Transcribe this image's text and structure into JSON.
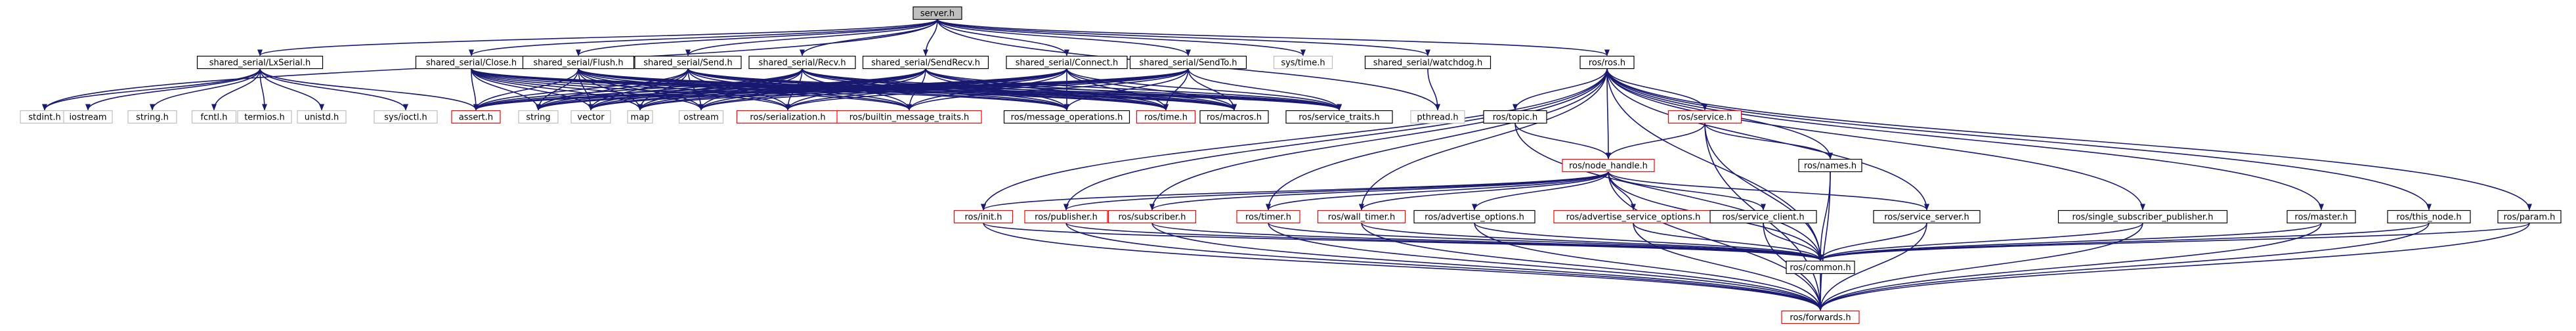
{
  "colors": {
    "edge": "#191970",
    "root_fill": "#bfbfbf",
    "root_border": "#000000",
    "documented_border": "#000000",
    "missing_doc_border": "#ff0000",
    "external_border": "#bfbfbf",
    "node_fill": "#ffffff"
  },
  "nodes": [
    {
      "id": "n0",
      "label": "server.h",
      "kind": "root"
    },
    {
      "id": "n1",
      "label": "shared_serial/LxSerial.h",
      "kind": "documented"
    },
    {
      "id": "n2",
      "label": "shared_serial/Close.h",
      "kind": "documented"
    },
    {
      "id": "n3",
      "label": "shared_serial/Flush.h",
      "kind": "documented"
    },
    {
      "id": "n4",
      "label": "shared_serial/Send.h",
      "kind": "documented"
    },
    {
      "id": "n5",
      "label": "shared_serial/Recv.h",
      "kind": "documented"
    },
    {
      "id": "n6",
      "label": "shared_serial/SendRecv.h",
      "kind": "documented"
    },
    {
      "id": "n7",
      "label": "shared_serial/Connect.h",
      "kind": "documented"
    },
    {
      "id": "n8",
      "label": "shared_serial/SendTo.h",
      "kind": "documented"
    },
    {
      "id": "n9",
      "label": "sys/time.h",
      "kind": "external"
    },
    {
      "id": "n10",
      "label": "shared_serial/watchdog.h",
      "kind": "documented"
    },
    {
      "id": "n11",
      "label": "ros/ros.h",
      "kind": "documented"
    },
    {
      "id": "n12",
      "label": "stdint.h",
      "kind": "external"
    },
    {
      "id": "n13",
      "label": "iostream",
      "kind": "external"
    },
    {
      "id": "n14",
      "label": "string.h",
      "kind": "external"
    },
    {
      "id": "n15",
      "label": "fcntl.h",
      "kind": "external"
    },
    {
      "id": "n16",
      "label": "termios.h",
      "kind": "external"
    },
    {
      "id": "n17",
      "label": "unistd.h",
      "kind": "external"
    },
    {
      "id": "n18",
      "label": "sys/ioctl.h",
      "kind": "external"
    },
    {
      "id": "n19",
      "label": "assert.h",
      "kind": "missing"
    },
    {
      "id": "n20",
      "label": "string",
      "kind": "external"
    },
    {
      "id": "n21",
      "label": "vector",
      "kind": "external"
    },
    {
      "id": "n22",
      "label": "map",
      "kind": "external"
    },
    {
      "id": "n23",
      "label": "ostream",
      "kind": "external"
    },
    {
      "id": "n24",
      "label": "ros/serialization.h",
      "kind": "missing"
    },
    {
      "id": "n25",
      "label": "ros/builtin_message_traits.h",
      "kind": "missing"
    },
    {
      "id": "n26",
      "label": "ros/message_operations.h",
      "kind": "documented"
    },
    {
      "id": "n27",
      "label": "ros/time.h",
      "kind": "missing"
    },
    {
      "id": "n28",
      "label": "ros/macros.h",
      "kind": "documented"
    },
    {
      "id": "n29",
      "label": "ros/service_traits.h",
      "kind": "documented"
    },
    {
      "id": "n30",
      "label": "pthread.h",
      "kind": "external"
    },
    {
      "id": "n31",
      "label": "ros/topic.h",
      "kind": "documented"
    },
    {
      "id": "n32",
      "label": "ros/service.h",
      "kind": "missing"
    },
    {
      "id": "n33",
      "label": "ros/node_handle.h",
      "kind": "missing"
    },
    {
      "id": "n34",
      "label": "ros/names.h",
      "kind": "documented"
    },
    {
      "id": "n35",
      "label": "ros/init.h",
      "kind": "missing"
    },
    {
      "id": "n36",
      "label": "ros/publisher.h",
      "kind": "missing"
    },
    {
      "id": "n37",
      "label": "ros/subscriber.h",
      "kind": "missing"
    },
    {
      "id": "n38",
      "label": "ros/timer.h",
      "kind": "missing"
    },
    {
      "id": "n39",
      "label": "ros/wall_timer.h",
      "kind": "missing"
    },
    {
      "id": "n40",
      "label": "ros/advertise_options.h",
      "kind": "documented"
    },
    {
      "id": "n41",
      "label": "ros/advertise_service_options.h",
      "kind": "missing"
    },
    {
      "id": "n42",
      "label": "ros/service_client.h",
      "kind": "documented"
    },
    {
      "id": "n43",
      "label": "ros/service_server.h",
      "kind": "documented"
    },
    {
      "id": "n44",
      "label": "ros/single_subscriber_publisher.h",
      "kind": "documented"
    },
    {
      "id": "n45",
      "label": "ros/master.h",
      "kind": "documented"
    },
    {
      "id": "n46",
      "label": "ros/this_node.h",
      "kind": "documented"
    },
    {
      "id": "n47",
      "label": "ros/param.h",
      "kind": "documented"
    },
    {
      "id": "n48",
      "label": "ros/common.h",
      "kind": "documented"
    },
    {
      "id": "n49",
      "label": "ros/forwards.h",
      "kind": "missing"
    }
  ],
  "edges": [
    [
      "n0",
      "n1"
    ],
    [
      "n0",
      "n2"
    ],
    [
      "n0",
      "n3"
    ],
    [
      "n0",
      "n4"
    ],
    [
      "n0",
      "n5"
    ],
    [
      "n0",
      "n6"
    ],
    [
      "n0",
      "n7"
    ],
    [
      "n0",
      "n8"
    ],
    [
      "n0",
      "n9"
    ],
    [
      "n0",
      "n10"
    ],
    [
      "n0",
      "n11"
    ],
    [
      "n0",
      "n12"
    ],
    [
      "n0",
      "n30"
    ],
    [
      "n1",
      "n12"
    ],
    [
      "n1",
      "n13"
    ],
    [
      "n1",
      "n14"
    ],
    [
      "n1",
      "n15"
    ],
    [
      "n1",
      "n16"
    ],
    [
      "n1",
      "n17"
    ],
    [
      "n1",
      "n18"
    ],
    [
      "n1",
      "n19"
    ],
    [
      "n2",
      "n19"
    ],
    [
      "n2",
      "n20"
    ],
    [
      "n2",
      "n21"
    ],
    [
      "n2",
      "n22"
    ],
    [
      "n2",
      "n23"
    ],
    [
      "n2",
      "n24"
    ],
    [
      "n2",
      "n25"
    ],
    [
      "n2",
      "n26"
    ],
    [
      "n2",
      "n27"
    ],
    [
      "n2",
      "n28"
    ],
    [
      "n2",
      "n29"
    ],
    [
      "n3",
      "n19"
    ],
    [
      "n3",
      "n20"
    ],
    [
      "n3",
      "n21"
    ],
    [
      "n3",
      "n22"
    ],
    [
      "n3",
      "n23"
    ],
    [
      "n3",
      "n24"
    ],
    [
      "n3",
      "n25"
    ],
    [
      "n3",
      "n26"
    ],
    [
      "n3",
      "n27"
    ],
    [
      "n3",
      "n28"
    ],
    [
      "n3",
      "n29"
    ],
    [
      "n4",
      "n19"
    ],
    [
      "n4",
      "n20"
    ],
    [
      "n4",
      "n21"
    ],
    [
      "n4",
      "n22"
    ],
    [
      "n4",
      "n23"
    ],
    [
      "n4",
      "n24"
    ],
    [
      "n4",
      "n25"
    ],
    [
      "n4",
      "n26"
    ],
    [
      "n4",
      "n27"
    ],
    [
      "n4",
      "n28"
    ],
    [
      "n4",
      "n29"
    ],
    [
      "n5",
      "n19"
    ],
    [
      "n5",
      "n20"
    ],
    [
      "n5",
      "n21"
    ],
    [
      "n5",
      "n22"
    ],
    [
      "n5",
      "n23"
    ],
    [
      "n5",
      "n24"
    ],
    [
      "n5",
      "n25"
    ],
    [
      "n5",
      "n26"
    ],
    [
      "n5",
      "n27"
    ],
    [
      "n5",
      "n28"
    ],
    [
      "n5",
      "n29"
    ],
    [
      "n6",
      "n19"
    ],
    [
      "n6",
      "n20"
    ],
    [
      "n6",
      "n21"
    ],
    [
      "n6",
      "n22"
    ],
    [
      "n6",
      "n23"
    ],
    [
      "n6",
      "n24"
    ],
    [
      "n6",
      "n25"
    ],
    [
      "n6",
      "n26"
    ],
    [
      "n6",
      "n27"
    ],
    [
      "n6",
      "n28"
    ],
    [
      "n6",
      "n29"
    ],
    [
      "n7",
      "n19"
    ],
    [
      "n7",
      "n20"
    ],
    [
      "n7",
      "n21"
    ],
    [
      "n7",
      "n22"
    ],
    [
      "n7",
      "n23"
    ],
    [
      "n7",
      "n24"
    ],
    [
      "n7",
      "n25"
    ],
    [
      "n7",
      "n26"
    ],
    [
      "n7",
      "n27"
    ],
    [
      "n7",
      "n28"
    ],
    [
      "n7",
      "n29"
    ],
    [
      "n8",
      "n19"
    ],
    [
      "n8",
      "n20"
    ],
    [
      "n8",
      "n21"
    ],
    [
      "n8",
      "n22"
    ],
    [
      "n8",
      "n23"
    ],
    [
      "n8",
      "n24"
    ],
    [
      "n8",
      "n25"
    ],
    [
      "n8",
      "n26"
    ],
    [
      "n8",
      "n27"
    ],
    [
      "n8",
      "n28"
    ],
    [
      "n8",
      "n29"
    ],
    [
      "n10",
      "n30"
    ],
    [
      "n11",
      "n31"
    ],
    [
      "n11",
      "n32"
    ],
    [
      "n11",
      "n33"
    ],
    [
      "n11",
      "n34"
    ],
    [
      "n11",
      "n35"
    ],
    [
      "n11",
      "n36"
    ],
    [
      "n11",
      "n37"
    ],
    [
      "n11",
      "n38"
    ],
    [
      "n11",
      "n39"
    ],
    [
      "n11",
      "n43"
    ],
    [
      "n11",
      "n44"
    ],
    [
      "n11",
      "n45"
    ],
    [
      "n11",
      "n46"
    ],
    [
      "n11",
      "n47"
    ],
    [
      "n11",
      "n48"
    ],
    [
      "n31",
      "n33"
    ],
    [
      "n31",
      "n48"
    ],
    [
      "n32",
      "n33"
    ],
    [
      "n32",
      "n34"
    ],
    [
      "n32",
      "n48"
    ],
    [
      "n32",
      "n49"
    ],
    [
      "n33",
      "n35"
    ],
    [
      "n33",
      "n36"
    ],
    [
      "n33",
      "n37"
    ],
    [
      "n33",
      "n38"
    ],
    [
      "n33",
      "n39"
    ],
    [
      "n33",
      "n40"
    ],
    [
      "n33",
      "n41"
    ],
    [
      "n33",
      "n42"
    ],
    [
      "n33",
      "n43"
    ],
    [
      "n33",
      "n48"
    ],
    [
      "n33",
      "n49"
    ],
    [
      "n34",
      "n48"
    ],
    [
      "n34",
      "n49"
    ],
    [
      "n35",
      "n48"
    ],
    [
      "n35",
      "n49"
    ],
    [
      "n36",
      "n48"
    ],
    [
      "n36",
      "n49"
    ],
    [
      "n37",
      "n48"
    ],
    [
      "n37",
      "n49"
    ],
    [
      "n38",
      "n48"
    ],
    [
      "n38",
      "n49"
    ],
    [
      "n39",
      "n48"
    ],
    [
      "n39",
      "n49"
    ],
    [
      "n40",
      "n48"
    ],
    [
      "n40",
      "n49"
    ],
    [
      "n41",
      "n48"
    ],
    [
      "n41",
      "n49"
    ],
    [
      "n42",
      "n48"
    ],
    [
      "n42",
      "n49"
    ],
    [
      "n43",
      "n48"
    ],
    [
      "n43",
      "n49"
    ],
    [
      "n44",
      "n48"
    ],
    [
      "n44",
      "n49"
    ],
    [
      "n45",
      "n48"
    ],
    [
      "n45",
      "n49"
    ],
    [
      "n46",
      "n48"
    ],
    [
      "n46",
      "n49"
    ],
    [
      "n47",
      "n48"
    ],
    [
      "n47",
      "n49"
    ],
    [
      "n48",
      "n49"
    ]
  ]
}
